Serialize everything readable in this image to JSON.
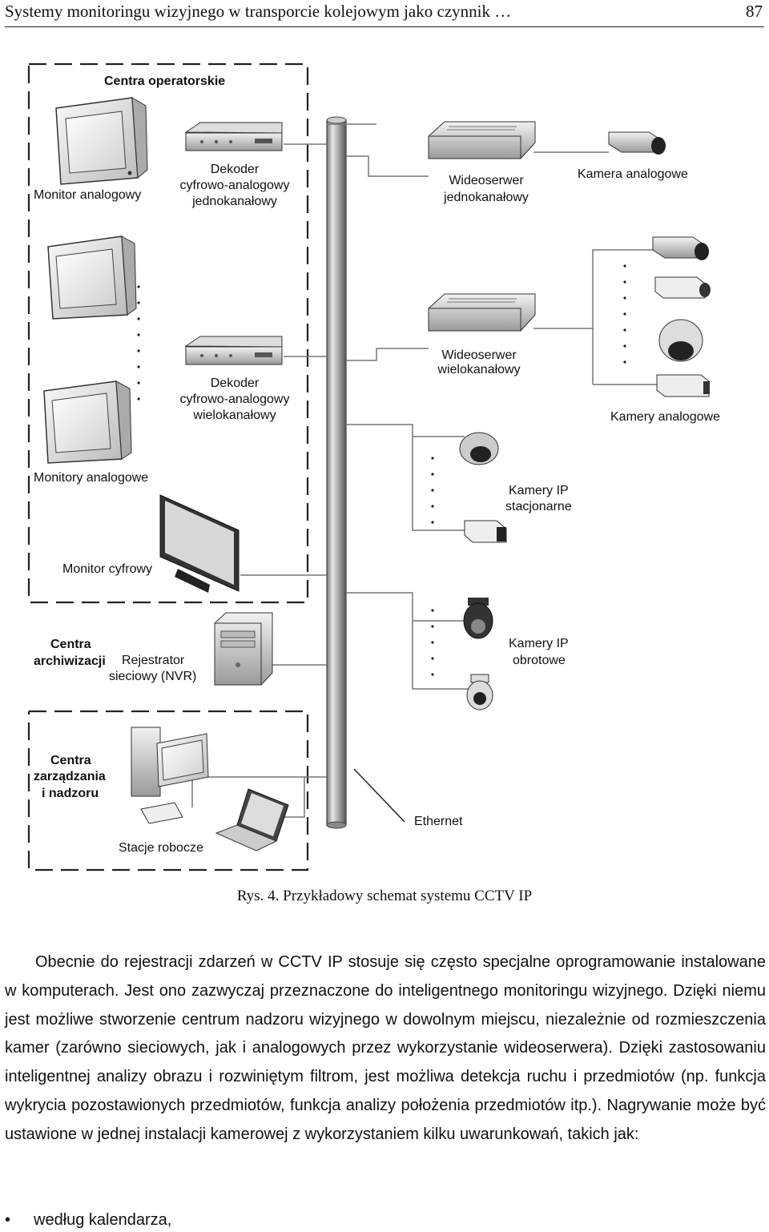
{
  "header": {
    "title": "Systemy monitoringu wizyjnego w transporcie kolejowym jako czynnik …",
    "page_number": "87"
  },
  "figure": {
    "labels": {
      "operator_centers": "Centra operatorskie",
      "analog_monitor": "Monitor analogowy",
      "decoder1_l1": "Dekoder",
      "decoder1_l2": "cyfrowo-analogowy",
      "decoder1_l3": "jednokanałowy",
      "decoder2_l1": "Dekoder",
      "decoder2_l2": "cyfrowo-analogowy",
      "decoder2_l3": "wielokanałowy",
      "analog_monitors": "Monitory analogowe",
      "digital_monitor": "Monitor cyfrowy",
      "archive_l1": "Centra",
      "archive_l2": "archiwizacji",
      "nvr_l1": "Rejestrator",
      "nvr_l2": "sieciowy (NVR)",
      "mgmt_l1": "Centra",
      "mgmt_l2": "zarządzania",
      "mgmt_l3": "i nadzoru",
      "workstations": "Stacje robocze",
      "ethernet": "Ethernet",
      "videoserver1_l1": "Wideoserwer",
      "videoserver1_l2": "jednokanałowy",
      "analog_camera": "Kamera analogowe",
      "videoserver2_l1": "Wideoserwer",
      "videoserver2_l2": "wielokanałowy",
      "analog_cameras": "Kamery analogowe",
      "ip_fixed_l1": "Kamery IP",
      "ip_fixed_l2": "stacjonarne",
      "ip_ptz_l1": "Kamery IP",
      "ip_ptz_l2": "obrotowe"
    },
    "caption": "Rys. 4. Przykładowy schemat systemu CCTV IP"
  },
  "body": {
    "paragraph": "Obecnie do rejestracji zdarzeń w CCTV IP stosuje się często specjalne oprogramowanie instalowane w komputerach. Jest ono zazwyczaj przeznaczone do inteligentnego monitoringu wizyjnego. Dzięki niemu jest możliwe stworzenie centrum nadzoru wizyjnego w dowolnym miejscu, niezależnie od rozmieszczenia kamer (zarówno sieciowych, jak i analogowych przez wykorzystanie wideoserwera). Dzięki zastosowaniu inteligentnej analizy obrazu i rozwiniętym filtrom, jest możliwa detekcja ruchu i przedmiotów (np. funkcja wykrycia pozostawionych przedmiotów, funkcja analizy położenia przedmiotów itp.). Nagrywanie może być ustawione w jednej instalacji kamerowej z wykorzystaniem kilku uwarunkowań, takich jak:",
    "bullet1": "według kalendarza,"
  }
}
